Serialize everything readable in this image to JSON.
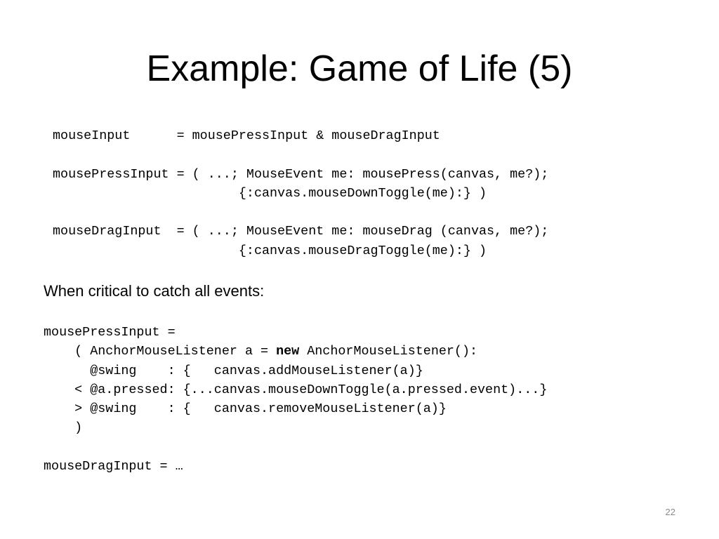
{
  "slide": {
    "title": "Example: Game of Life (5)",
    "intro_code": [
      "mouseInput      = mousePressInput & mouseDragInput",
      "",
      "mousePressInput = ( ...; MouseEvent me: mousePress(canvas, me?);",
      "                        {:canvas.mouseDownToggle(me):} )",
      "",
      "mouseDragInput  = ( ...; MouseEvent me: mouseDrag (canvas, me?);",
      "                        {:canvas.mouseDragToggle(me):} )"
    ],
    "prose": "When critical to catch all events:",
    "detail_code": {
      "line1": "mousePressInput =",
      "line2_pre": "    ( AnchorMouseListener a = ",
      "line2_kw": "new",
      "line2_post": " AnchorMouseListener():",
      "line3": "      @swing    : {   canvas.addMouseListener(a)}",
      "line4": "    < @a.pressed: {...canvas.mouseDownToggle(a.pressed.event)...}",
      "line5": "    > @swing    : {   canvas.removeMouseListener(a)}",
      "line6": "    )",
      "line7": "",
      "line8": "mouseDragInput = …"
    },
    "page_number": "22"
  }
}
